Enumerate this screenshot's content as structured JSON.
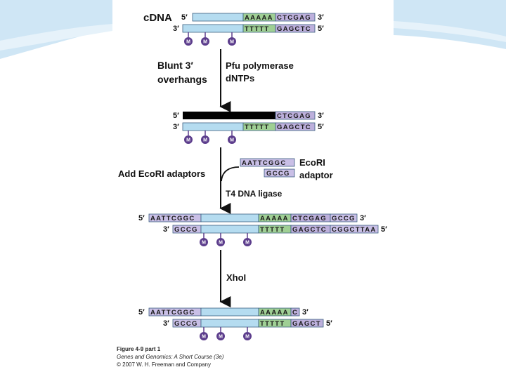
{
  "labels": {
    "cdna": "cDNA",
    "blunt_l1": "Blunt 3′",
    "blunt_l2": "overhangs",
    "pfu_l1": "Pfu polymerase",
    "pfu_l2": "dNTPs",
    "add_adaptors": "Add EcoRI adaptors",
    "adaptor_l1": "EcoRI",
    "adaptor_l2": "adaptor",
    "ligase": "T4 DNA ligase",
    "xhoi": "XhoI"
  },
  "ends": {
    "five": "5′",
    "three": "3′"
  },
  "methyl": "M",
  "seqs": {
    "s1_top_a": "AAAAA",
    "s1_top_b": "CTCGAG",
    "s1_bot_a": "TTTTT",
    "s1_bot_b": "GAGCTC",
    "s2_top_b": "CTCGAG",
    "s2_bot_a": "TTTTT",
    "s2_bot_b": "GAGCTC",
    "adaptor_top": "AATTCGGC",
    "adaptor_bot": "GCCG",
    "s3_top_l": "AATTCGGC",
    "s3_top_a": "AAAAA",
    "s3_top_b": "CTCGAG",
    "s3_top_c": "GCCG",
    "s3_bot_l": "GCCG",
    "s3_bot_a": "TTTTT",
    "s3_bot_b": "GAGCTC",
    "s3_bot_c": "CGGCTTAA",
    "s4_top_l": "AATTCGGC",
    "s4_top_a": "AAAAA",
    "s4_top_b": "C",
    "s4_bot_l": "GCCG",
    "s4_bot_a": "TTTTT",
    "s4_bot_b": "GAGCT"
  },
  "caption": {
    "line1": "Figure 4-9 part 1",
    "line2": "Genes and Genomics: A Short Course (3e)",
    "line3": "© 2007 W. H. Freeman and Company"
  },
  "colors": {
    "strand_blue": "#b5dcf0",
    "polyA_green": "#9fcf94",
    "xhoi_purple": "#bdb0dc",
    "adaptor_purple": "#c9bfe6",
    "methyl_purple": "#5c3d8c",
    "new_strand_black": "#000000",
    "strand_outline": "#3a5f80"
  }
}
